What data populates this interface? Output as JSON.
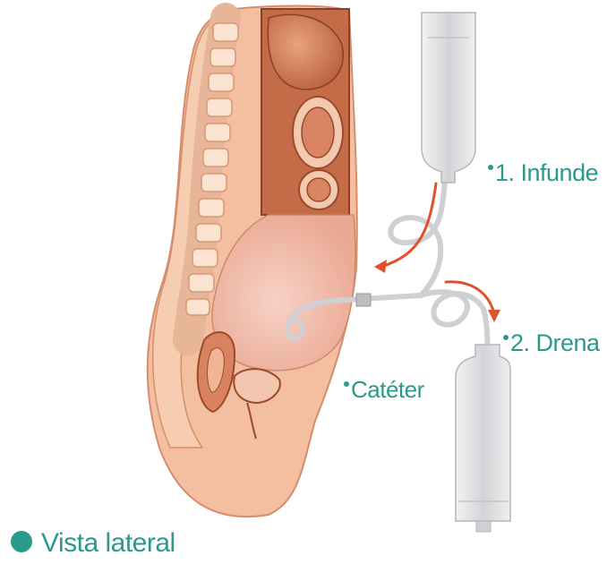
{
  "labels": {
    "infunde": "1. Infunde",
    "drena": "2. Drena",
    "cateter": "Catéter"
  },
  "legend": {
    "text": "Vista lateral"
  },
  "colors": {
    "label_teal": "#2a9a8a",
    "skin": "#f4bfa0",
    "tissue": "#e9a88e",
    "arrow": "#e0502a",
    "bag": "#dcdcde"
  },
  "icons": {
    "infusion_bag": "infusion-bag-icon",
    "drain_bag": "drain-bag-icon"
  }
}
